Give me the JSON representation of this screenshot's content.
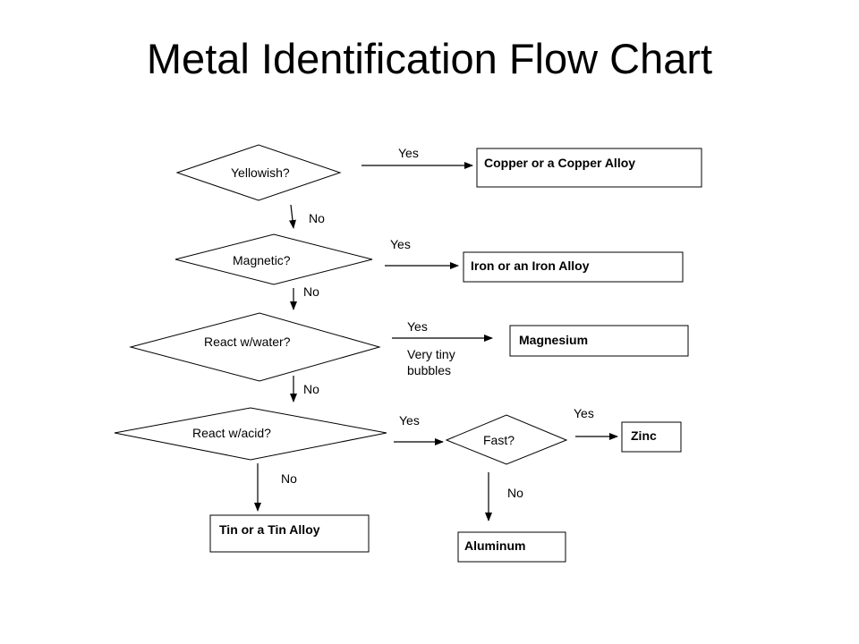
{
  "title": "Metal Identification Flow Chart",
  "decisions": {
    "yellowish": "Yellowish?",
    "magnetic": "Magnetic?",
    "water": "React w/water?",
    "acid": "React w/acid?",
    "fast": "Fast?"
  },
  "results": {
    "copper": "Copper or a Copper Alloy",
    "iron": "Iron or an Iron Alloy",
    "magnesium": "Magnesium",
    "zinc": "Zinc",
    "tin": "Tin or a Tin Alloy",
    "aluminum": "Aluminum"
  },
  "labels": {
    "yes": "Yes",
    "no": "No",
    "tiny_line1": "Very tiny",
    "tiny_line2": "bubbles"
  }
}
